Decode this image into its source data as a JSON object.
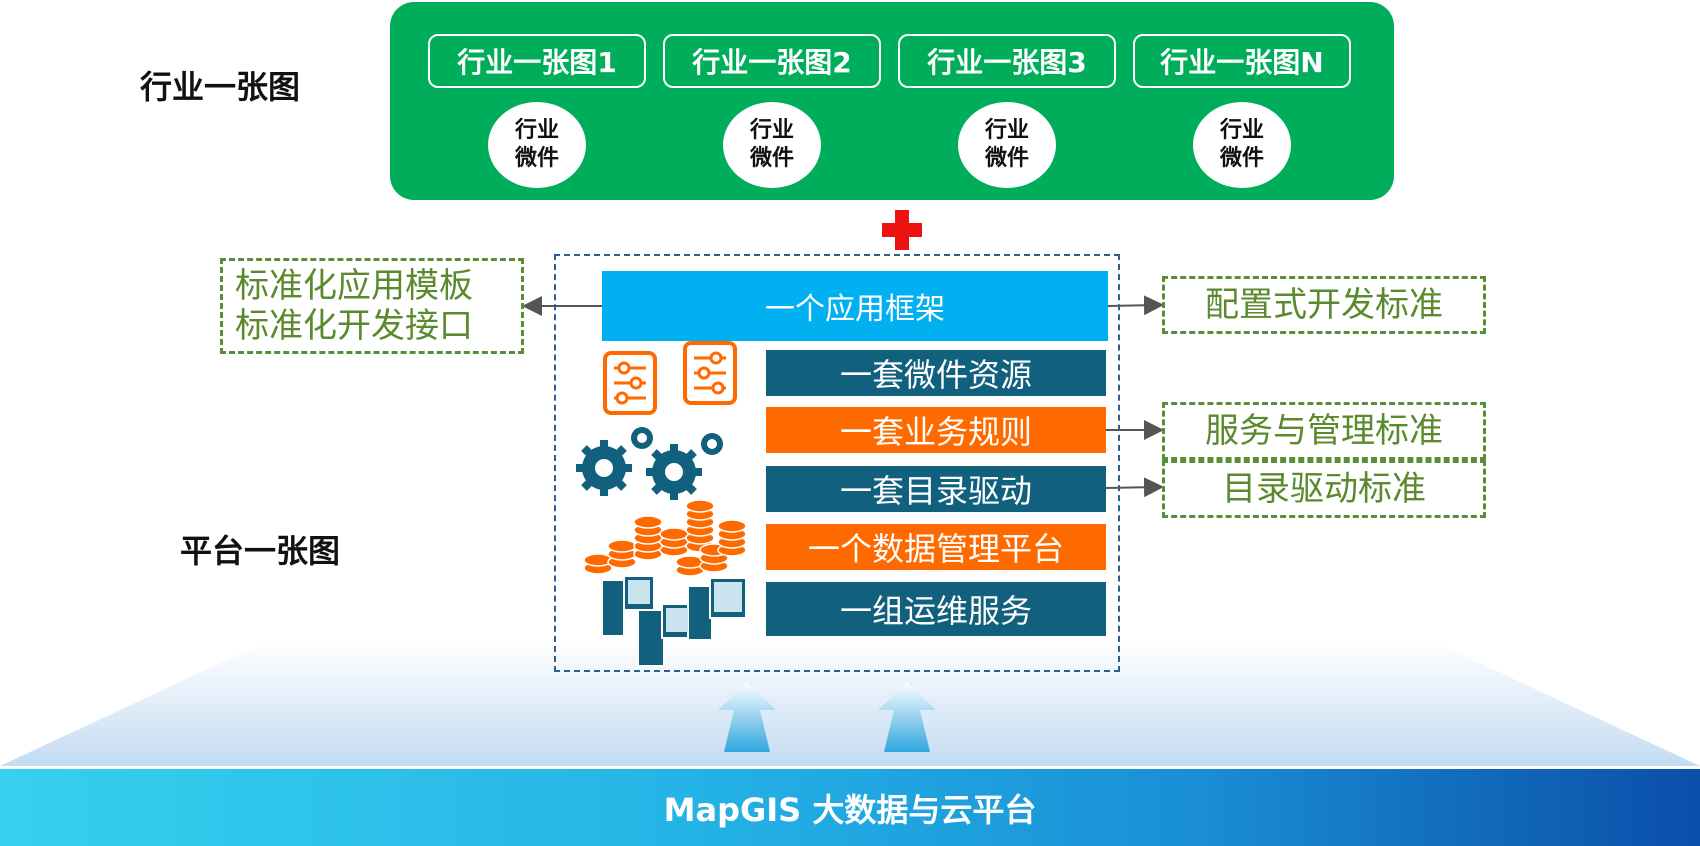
{
  "left_labels": {
    "industry": "行业一张图",
    "platform": "平台一张图"
  },
  "industry_maps": [
    {
      "title": "行业一张图1",
      "widget_line1": "行业",
      "widget_line2": "微件"
    },
    {
      "title": "行业一张图2",
      "widget_line1": "行业",
      "widget_line2": "微件"
    },
    {
      "title": "行业一张图3",
      "widget_line1": "行业",
      "widget_line2": "微件"
    },
    {
      "title": "行业一张图N",
      "widget_line1": "行业",
      "widget_line2": "微件"
    }
  ],
  "standards_left": {
    "line1": "标准化应用模板",
    "line2": "标准化开发接口"
  },
  "standards_right": {
    "config": "配置式开发标准",
    "service": "服务与管理标准",
    "catalog": "目录驱动标准"
  },
  "platform": {
    "app_framework": "一个应用框架",
    "widget_resources": "一套微件资源",
    "business_rules": "一套业务规则",
    "catalog_driver": "一套目录驱动",
    "data_platform": "一个数据管理平台",
    "ops_services": "一组运维服务"
  },
  "base": {
    "title": "MapGIS 大数据与云平台"
  },
  "colors": {
    "green_panel": "#00ad5a",
    "sky_blue": "#00b0f0",
    "teal": "#11607d",
    "orange": "#ff6a00",
    "dashed_green": "#5b8c3a",
    "plus_red": "#ee1111"
  },
  "icons": [
    "plus-icon",
    "settings-sliders-icon",
    "gears-icon",
    "coin-stack-icon",
    "server-icon",
    "up-arrow-icon"
  ]
}
